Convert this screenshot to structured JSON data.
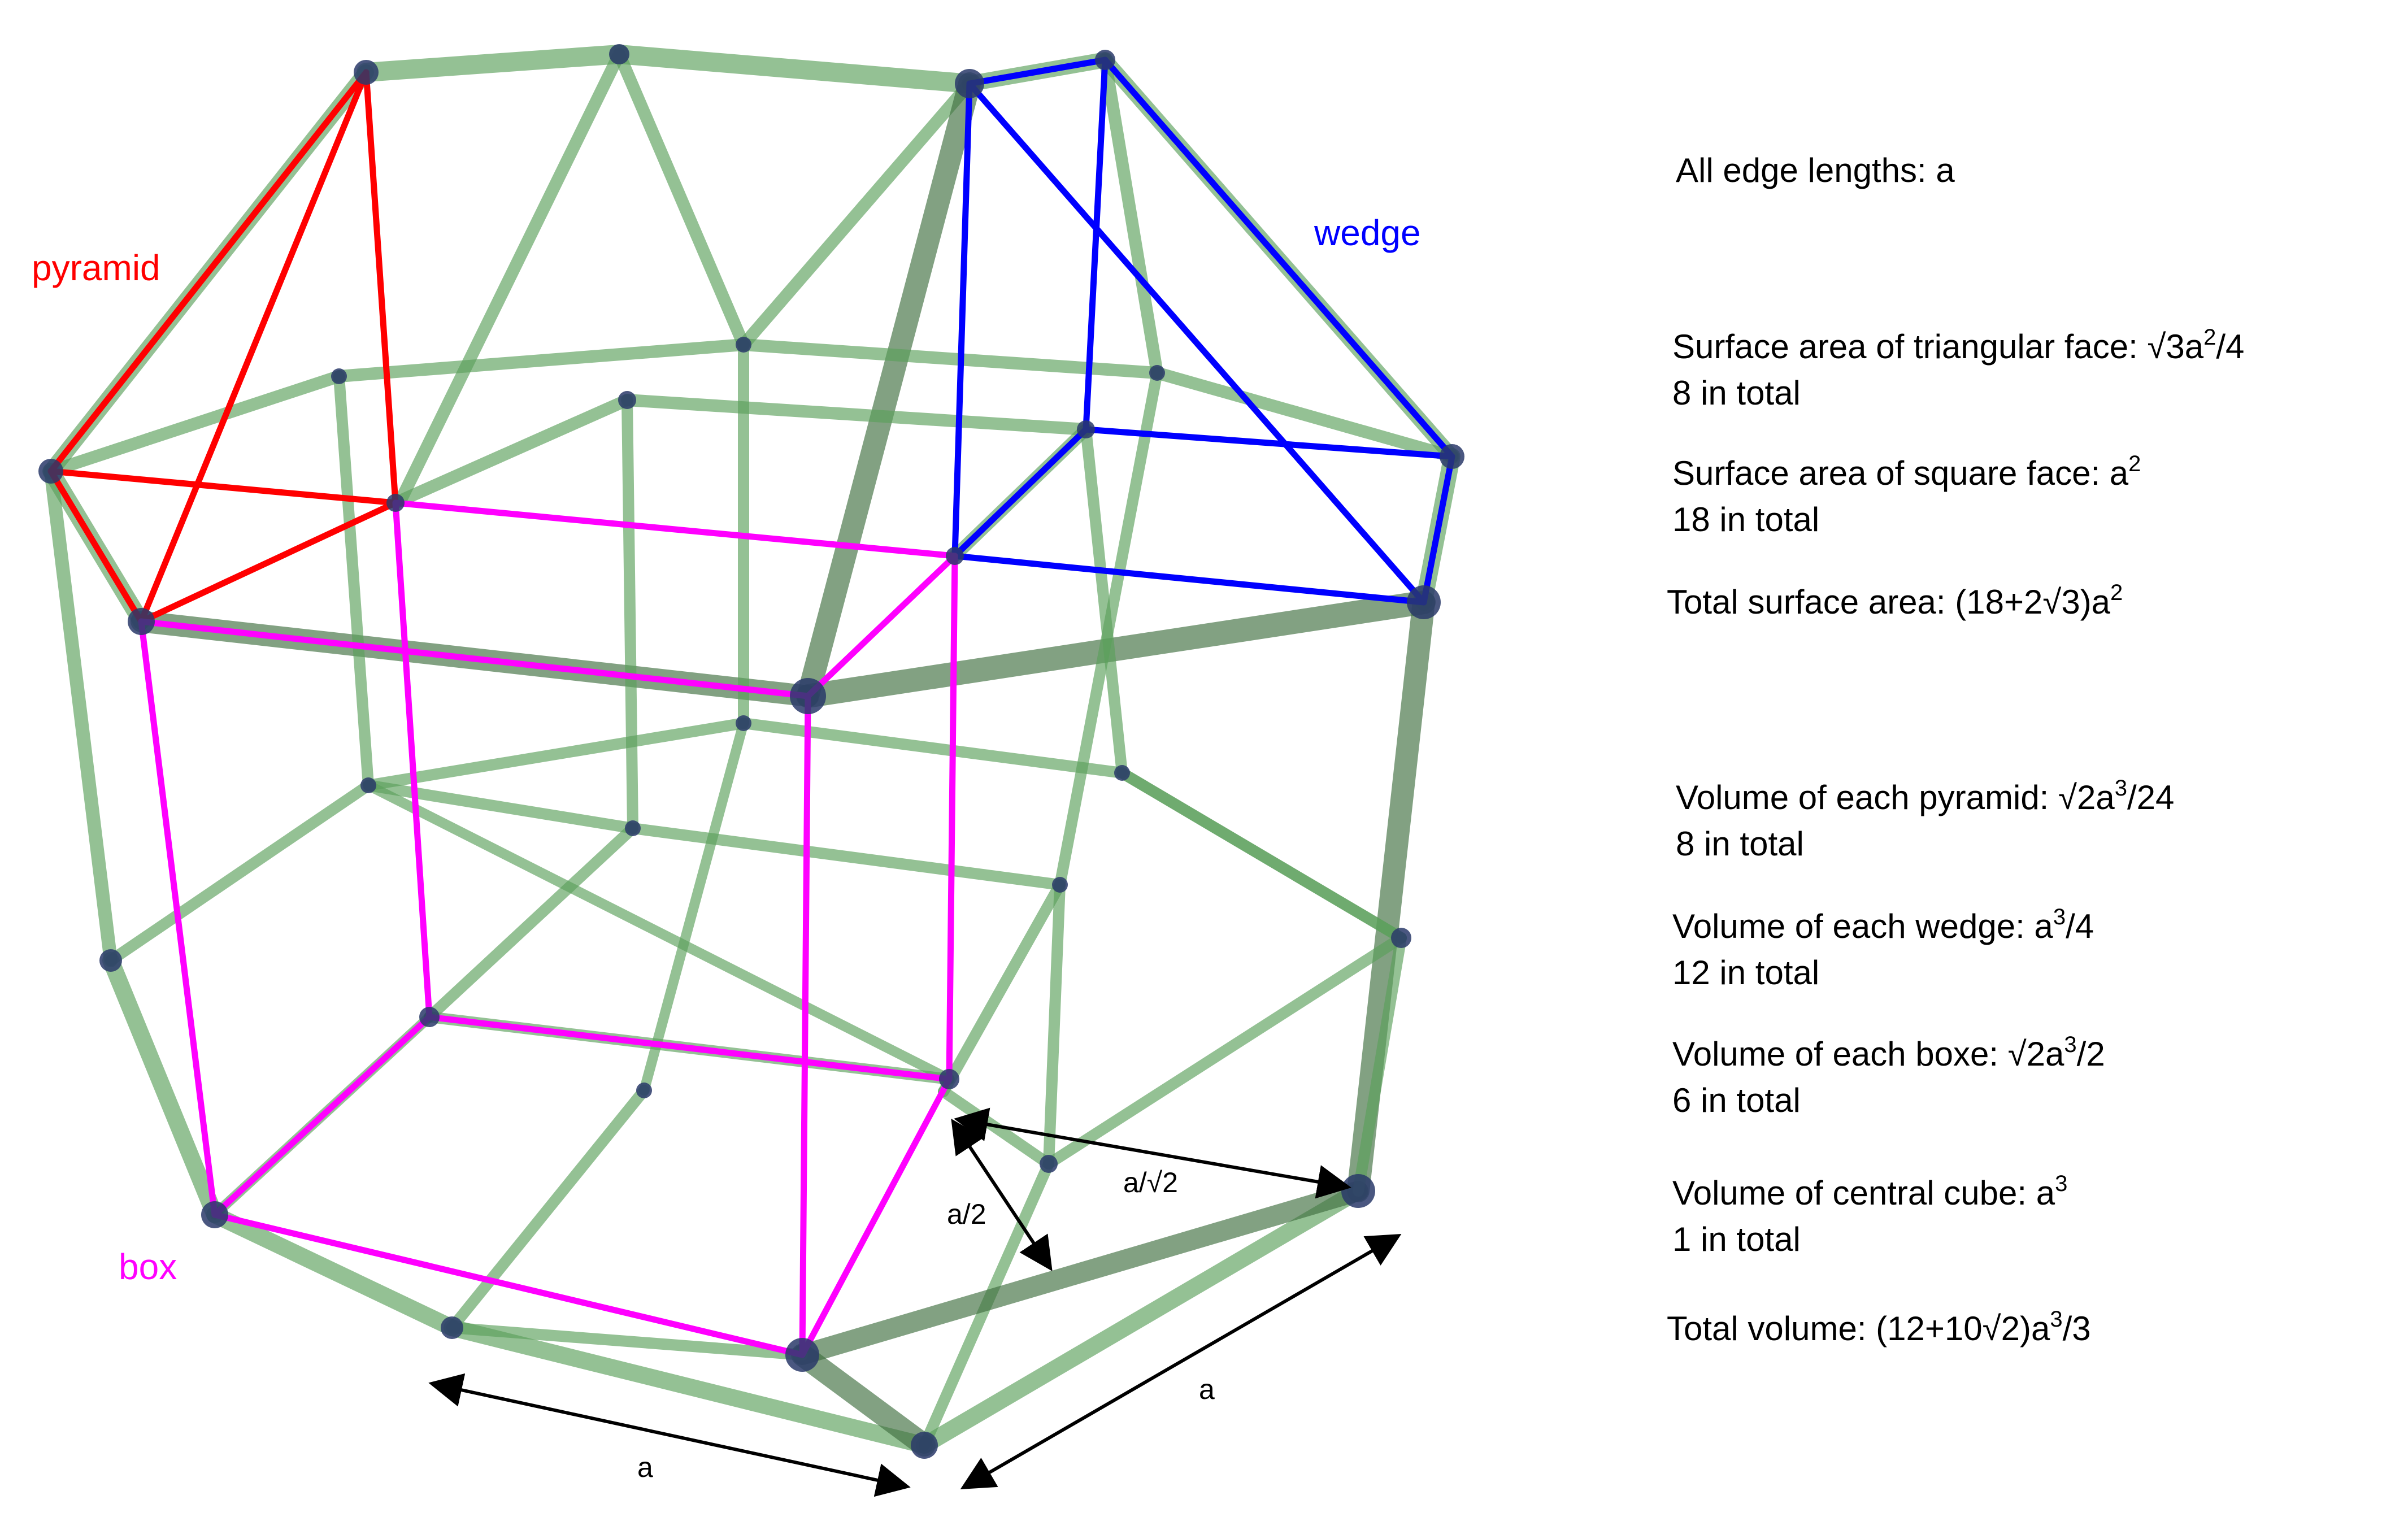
{
  "labels": {
    "pyramid": "pyramid",
    "wedge": "wedge",
    "box": "box"
  },
  "dimensions": {
    "a_bottom": "a",
    "a_right": "a",
    "half": "a/2",
    "root2": "a/√2"
  },
  "formulas": {
    "edges": "All edge lengths: a",
    "tri_face": {
      "prefix": "Surface area of triangular face: √3a",
      "sup": "2",
      "suffix": "/4"
    },
    "tri_count": "8 in total",
    "sq_face": {
      "prefix": "Surface area of square face: a",
      "sup": "2",
      "suffix": ""
    },
    "sq_count": "18 in total",
    "total_surface": {
      "prefix": "Total surface area: (18+2√3)a",
      "sup": "2",
      "suffix": ""
    },
    "vol_pyramid": {
      "prefix": "Volume of each pyramid: √2a",
      "sup": "3",
      "suffix": "/24"
    },
    "pyramid_count": "8 in total",
    "vol_wedge": {
      "prefix": "Volume of each wedge: a",
      "sup": "3",
      "suffix": "/4"
    },
    "wedge_count": "12 in total",
    "vol_box": {
      "prefix": "Volume of each boxe: √2a",
      "sup": "3",
      "suffix": "/2"
    },
    "box_count": "6 in total",
    "vol_cube": {
      "prefix": "Volume of central cube: a",
      "sup": "3",
      "suffix": ""
    },
    "cube_count": "1 in total",
    "total_volume": {
      "prefix": "Total volume: (12+10√2)a",
      "sup": "3",
      "suffix": "/3"
    }
  },
  "colors": {
    "frame": "#5aa05a",
    "frame_dark": "#3f6e3f",
    "vertex": "#2a3a6a",
    "pyramid": "#ff0000",
    "wedge": "#0000ff",
    "box": "#ff00ff",
    "arrow": "#000000"
  }
}
